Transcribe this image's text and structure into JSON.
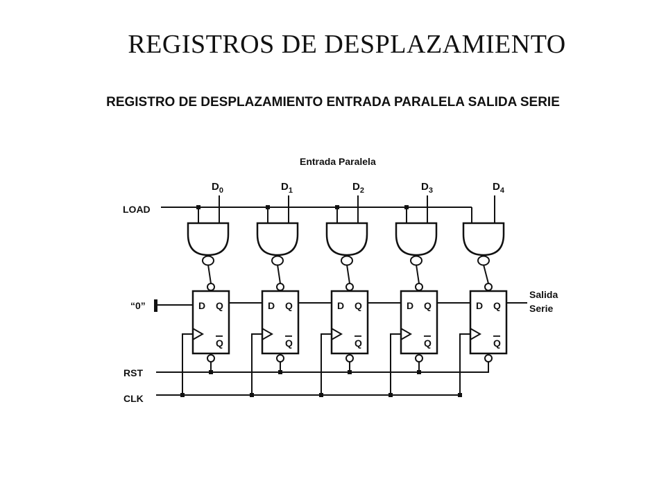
{
  "title": "REGISTROS DE DESPLAZAMIENTO",
  "subtitle": "REGISTRO DE DESPLAZAMIENTO ENTRADA PARALELA SALIDA SERIE",
  "diagram": {
    "parallel_input_label": "Entrada Paralela",
    "data_inputs": [
      {
        "name": "D",
        "sub": "0"
      },
      {
        "name": "D",
        "sub": "1"
      },
      {
        "name": "D",
        "sub": "2"
      },
      {
        "name": "D",
        "sub": "3"
      },
      {
        "name": "D",
        "sub": "4"
      }
    ],
    "load_label": "LOAD",
    "zero_label": "“0”",
    "rst_label": "RST",
    "clk_label": "CLK",
    "output_label_line1": "Salida",
    "output_label_line2": "Serie",
    "flipflop_d_label": "D",
    "flipflop_q_label": "Q",
    "flipflop_qbar_label": "Q",
    "stroke_color": "#111111"
  }
}
